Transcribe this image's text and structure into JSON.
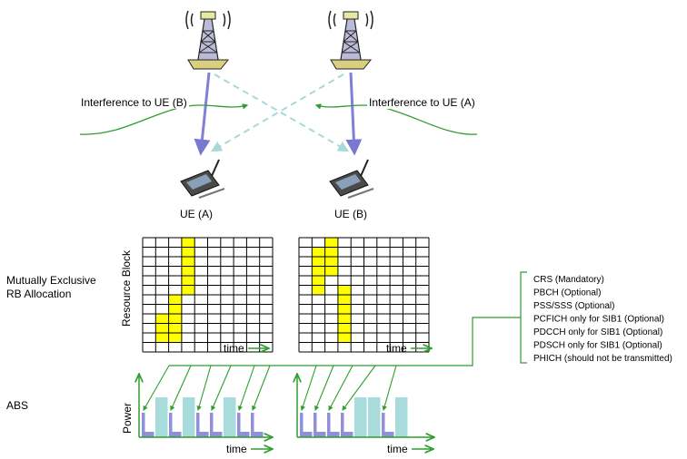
{
  "towers": [
    {
      "name": "tower-a"
    },
    {
      "name": "tower-b"
    }
  ],
  "interference": {
    "left_label": "Interference to UE (B)",
    "right_label": "Interference to UE (A)"
  },
  "ues": [
    {
      "label": "UE (A)"
    },
    {
      "label": "UE (B)"
    }
  ],
  "section_labels": {
    "rb_line1": "Mutually Exclusive",
    "rb_line2": "RB Allocation",
    "abs": "ABS"
  },
  "rb_grids": [
    {
      "ylabel": "Resource Block",
      "xlabel": "time",
      "rows": 12,
      "cols": 10,
      "filled": [
        [
          0,
          3
        ],
        [
          1,
          3
        ],
        [
          2,
          3
        ],
        [
          3,
          3
        ],
        [
          4,
          3
        ],
        [
          5,
          3
        ],
        [
          6,
          2
        ],
        [
          7,
          2
        ],
        [
          8,
          1
        ],
        [
          8,
          2
        ],
        [
          9,
          1
        ],
        [
          9,
          2
        ],
        [
          10,
          1
        ],
        [
          10,
          2
        ]
      ]
    },
    {
      "ylabel": "",
      "xlabel": "time",
      "rows": 12,
      "cols": 10,
      "filled": [
        [
          0,
          2
        ],
        [
          1,
          1
        ],
        [
          1,
          2
        ],
        [
          2,
          1
        ],
        [
          2,
          2
        ],
        [
          3,
          1
        ],
        [
          3,
          2
        ],
        [
          4,
          1
        ],
        [
          5,
          1
        ],
        [
          5,
          3
        ],
        [
          6,
          3
        ],
        [
          7,
          3
        ],
        [
          8,
          3
        ],
        [
          9,
          3
        ],
        [
          10,
          3
        ]
      ]
    }
  ],
  "colors": {
    "rb_fill": "#ffff00",
    "grid_line": "#000000",
    "arrow_green": "#2e9e2e",
    "serve_arrow": "#8080d8",
    "interf_arrow": "#a8d8d8",
    "bar_light": "#a8dcdc",
    "bar_purple": "#9090d8"
  },
  "abs_charts": [
    {
      "ylabel": "Power",
      "xlabel": "time",
      "bars": [
        "abs",
        "full",
        "abs",
        "full",
        "abs",
        "abs",
        "full",
        "abs",
        "abs"
      ]
    },
    {
      "ylabel": "",
      "xlabel": "time",
      "bars": [
        "abs",
        "abs",
        "abs",
        "abs",
        "full",
        "full",
        "abs",
        "full"
      ]
    }
  ],
  "abs_channels": [
    "CRS (Mandatory)",
    "PBCH (Optional)",
    "PSS/SSS (Optional)",
    "PCFICH only for SIB1 (Optional)",
    "PDCCH only for SIB1 (Optional)",
    "PDSCH only for SIB1 (Optional)",
    "PHICH (should not be transmitted)"
  ]
}
